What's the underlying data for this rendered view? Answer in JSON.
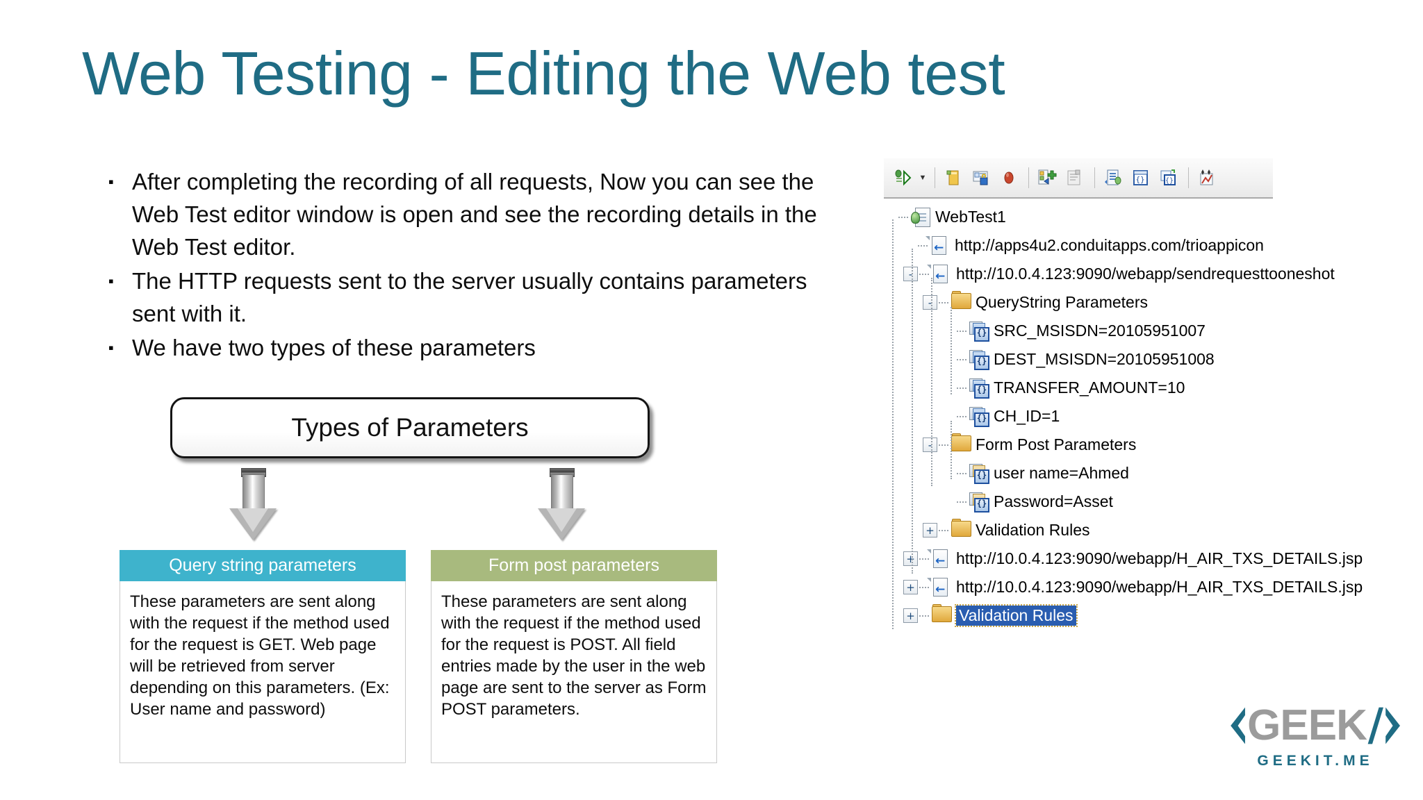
{
  "slide": {
    "title": "Web Testing - Editing the Web test",
    "title_color": "#1F6C84"
  },
  "bullets": [
    {
      "marker": "▪",
      "text": "After completing the recording of all requests, Now you can see the Web Test editor window is open and see the recording details in the Web Test editor."
    },
    {
      "marker": "▪",
      "text": " The HTTP requests sent to the server usually contains parameters sent with it."
    },
    {
      "marker": "▪",
      "text": "We have two types of these parameters"
    }
  ],
  "diagram": {
    "root_label": "Types of Parameters",
    "left": {
      "header": "Query string parameters",
      "header_color": "#3EB3CC",
      "body": "These parameters are sent along with the request if the method used for the request is GET. Web page will be retrieved from server depending on this parameters.\n(Ex: User name and password)"
    },
    "right": {
      "header": "Form post parameters",
      "header_color": "#A8BA7E",
      "body": "These parameters are sent along with the request if the method used for the request is POST. All field entries made by the user in the web page are sent to the server as Form POST parameters."
    }
  },
  "vs_panel": {
    "toolbar": {
      "items": [
        {
          "name": "run-test-icon",
          "glyph": "▷"
        },
        {
          "name": "run-settings-dropdown-icon",
          "glyph": "▼"
        },
        {
          "name": "add-recording-icon",
          "glyph": "▮"
        },
        {
          "name": "parameterize-web-servers-icon",
          "glyph": "▤"
        },
        {
          "name": "add-validation-rule-icon",
          "glyph": "⬤"
        },
        {
          "name": "insert-request-icon",
          "glyph": "➕"
        },
        {
          "name": "insert-transaction-icon",
          "glyph": "❑"
        },
        {
          "name": "add-data-source-icon",
          "glyph": "☰"
        },
        {
          "name": "add-context-parameter-icon",
          "glyph": "{}"
        },
        {
          "name": "extract-parameter-icon",
          "glyph": "{}"
        },
        {
          "name": "edit-run-settings-icon",
          "glyph": "⌇"
        }
      ]
    },
    "tree": [
      {
        "id": "root",
        "depth": 0,
        "expander": "",
        "icon": "webtest",
        "label": "WebTest1",
        "selected": false
      },
      {
        "id": "req1",
        "depth": 1,
        "expander": "",
        "icon": "page",
        "label": "http://apps4u2.conduitapps.com/trioappicon",
        "selected": false
      },
      {
        "id": "req2",
        "depth": 1,
        "expander": "-",
        "icon": "page",
        "label": "http://10.0.4.123:9090/webapp/sendrequesttooneshot",
        "selected": false
      },
      {
        "id": "qs",
        "depth": 2,
        "expander": "-",
        "icon": "folder",
        "label": "QueryString Parameters",
        "selected": false
      },
      {
        "id": "p1",
        "depth": 3,
        "expander": "",
        "icon": "param",
        "label": "SRC_MSISDN=20105951007",
        "selected": false
      },
      {
        "id": "p2",
        "depth": 3,
        "expander": "",
        "icon": "param",
        "label": "DEST_MSISDN=20105951008",
        "selected": false
      },
      {
        "id": "p3",
        "depth": 3,
        "expander": "",
        "icon": "param",
        "label": "TRANSFER_AMOUNT=10",
        "selected": false
      },
      {
        "id": "p4",
        "depth": 3,
        "expander": "",
        "icon": "param",
        "label": "CH_ID=1",
        "selected": false
      },
      {
        "id": "fp",
        "depth": 2,
        "expander": "-",
        "icon": "folder",
        "label": "Form Post Parameters",
        "selected": false
      },
      {
        "id": "f1",
        "depth": 3,
        "expander": "",
        "icon": "paramform",
        "label": "user name=Ahmed",
        "selected": false
      },
      {
        "id": "f2",
        "depth": 3,
        "expander": "",
        "icon": "paramform",
        "label": "Password=Asset",
        "selected": false
      },
      {
        "id": "vr1",
        "depth": 2,
        "expander": "+",
        "icon": "folder",
        "label": "Validation Rules",
        "selected": false
      },
      {
        "id": "req3",
        "depth": 1,
        "expander": "+",
        "icon": "page",
        "label": "http://10.0.4.123:9090/webapp/H_AIR_TXS_DETAILS.jsp",
        "selected": false
      },
      {
        "id": "req4",
        "depth": 1,
        "expander": "+",
        "icon": "page",
        "label": "http://10.0.4.123:9090/webapp/H_AIR_TXS_DETAILS.jsp",
        "selected": false
      },
      {
        "id": "vr2",
        "depth": 1,
        "expander": "+",
        "icon": "folder",
        "label": "Validation Rules",
        "selected": true
      }
    ]
  },
  "logo": {
    "bracket_left": "‹",
    "word": "GEEK",
    "slash": "/",
    "bracket_right": "›",
    "subtitle": "GEEKIT.ME",
    "accent_color": "#1F6C84",
    "word_color": "#9B9B9B"
  }
}
